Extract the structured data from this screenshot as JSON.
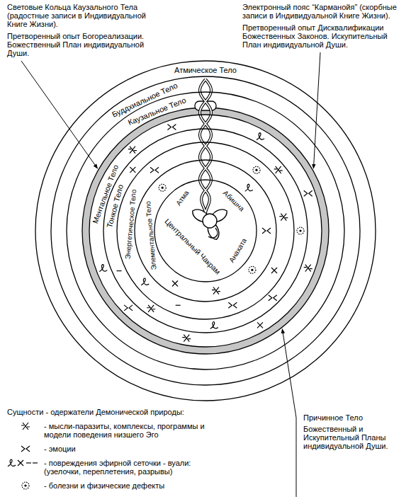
{
  "diagram": {
    "nodes": [
      {
        "text": [
          "Атмическое Тело"
        ]
      },
      {
        "text": [
          "Буддхиальное Тело"
        ],
        "in": 0
      },
      {
        "text": [
          "Каузальное Тело"
        ],
        "in": 1
      },
      {
        "text": [
          "Ментальное Тело"
        ],
        "in": 2
      },
      {
        "text": [
          "Тонкое Тело"
        ],
        "in": 3
      },
      {
        "text": [
          "Энергетическое Тело"
        ],
        "in": 4
      },
      {
        "text": [
          "Элементальное Тело"
        ],
        "in": 5
      },
      {
        "text": [
          "Центральный Чакрам"
        ],
        "in": 6
      }
    ],
    "labels": [
      "Световые Кольца Каузального Тела (радостные записи в Индивидуальной Книге Жизни).",
      "Претворенный опыт Богореализации. Божественный План индивидуальной Души.",
      "Электронный пояс “Карманойя” (скорбные записи в Индивидуальной Книге Жизни).",
      "Претворенный опыт Дисквалификации Божественных Законов. Искупительный План индивидуальной Души.",
      "Атма",
      "Абишна",
      "Анахата",
      "Сущности - одержатели Демонической природы:",
      "Причинное Тело",
      "Божественный и Искупительный Планы индивидуальной Души."
    ],
    "legend": [
      {
        "text": "- мысли-паразиты, комплексы, программы и модели поведения низшего Эго"
      },
      {
        "text": "- эмоции"
      },
      {
        "text": "- повреждения эфирной сеточки - вуали: (узелочки, переплетения, разрывы)"
      },
      {
        "text": "- болезни и физические дефекты"
      }
    ]
  }
}
